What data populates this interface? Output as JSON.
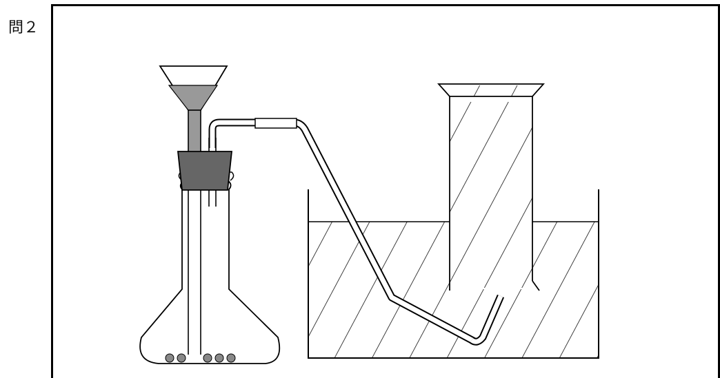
{
  "question": {
    "label": "問２"
  },
  "colors": {
    "line": "#000000",
    "funnel_fill": "#999999",
    "stopper_fill": "#666666",
    "pellet_fill": "#888888",
    "background": "#ffffff"
  },
  "figure": {
    "components": [
      "funnel",
      "rubber-stopper",
      "conical-flask",
      "delivery-tube",
      "water-trough",
      "gas-cylinder",
      "pellets"
    ]
  }
}
